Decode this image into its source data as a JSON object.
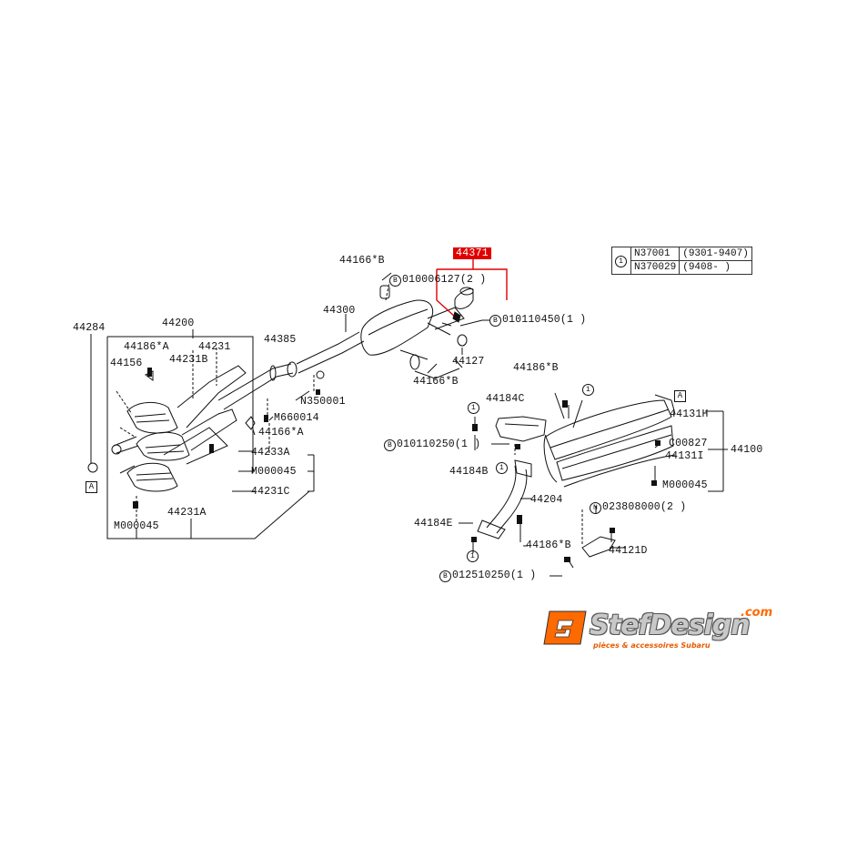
{
  "highlight": {
    "part": "44371"
  },
  "callouts": {
    "c44166B_top": "44166*B",
    "c010006127": "010006127(2 )",
    "c44300": "44300",
    "c010110450": "010110450(1 )",
    "c44284": "44284",
    "c44200": "44200",
    "c44186A": "44186*A",
    "c44231": "44231",
    "c44231B": "44231B",
    "c44156": "44156",
    "c44385": "44385",
    "c44166B_mid": "44166*B",
    "c44127": "44127",
    "cN350001": "N350001",
    "cM660014": "M660014",
    "c44166A": "44166*A",
    "c44233A": "44233A",
    "cM000045_l": "M000045",
    "c44231C": "44231C",
    "c44231A": "44231A",
    "cM000045_b": "M000045",
    "c44186B_r": "44186*B",
    "c44184C": "44184C",
    "c44131H": "44131H",
    "c010110250": "010110250(1 )",
    "cC00827": "C00827",
    "c44100": "44100",
    "c44131I": "44131I",
    "c44184B": "44184B",
    "cM000045_r": "M000045",
    "c44204": "44204",
    "c023808000": "023808000(2 )",
    "c44184E": "44184E",
    "c44186B_b": "44186*B",
    "c44121D": "44121D",
    "c012510250": "012510250(1 )"
  },
  "markers": {
    "B": "B",
    "N": "N",
    "one": "1",
    "A": "A"
  },
  "ref_table": {
    "key": "1",
    "rows": [
      {
        "part": "N37001",
        "range": "(9301-9407)"
      },
      {
        "part": "N370029",
        "range": "(9408- )"
      }
    ]
  },
  "logo": {
    "text": "StefDesign",
    "suffix": ".com",
    "tagline": "pièces & accessoires Subaru"
  },
  "colors": {
    "highlight": "#e00000",
    "logo_orange": "#ff6a00",
    "line": "#111111"
  }
}
